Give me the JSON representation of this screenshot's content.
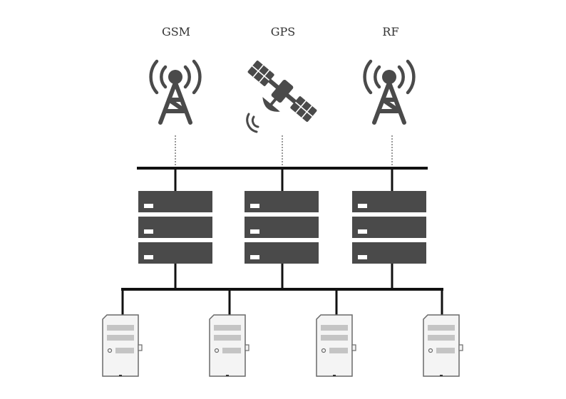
{
  "labels": {
    "gsm": "GSM",
    "gps": "GPS",
    "rf": "RF"
  },
  "colors": {
    "dark": "#4a4a4a",
    "line": "#111111",
    "light_fill": "#f4f4f4",
    "light_stroke": "#6a6a6a",
    "light_bar": "#c4c4c4"
  },
  "icons": {
    "source_gsm": "cell-tower-icon",
    "source_gps": "satellite-icon",
    "source_rf": "radio-tower-icon",
    "gateway": "server-rack-icon",
    "client": "desktop-tower-icon"
  }
}
